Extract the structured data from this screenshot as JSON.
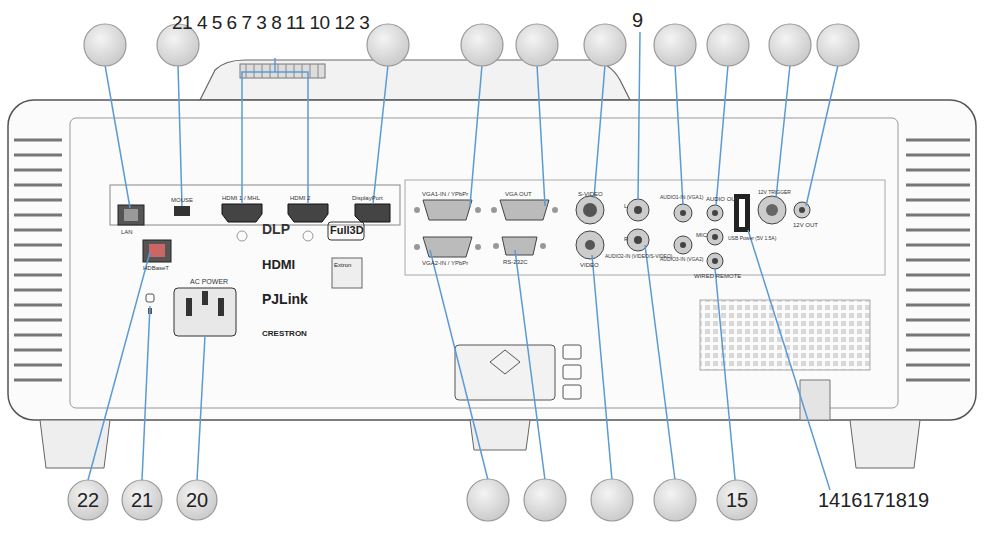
{
  "diagram": {
    "nodes": [
      {
        "text": [
          "22"
        ]
      },
      {
        "text": [
          "21"
        ]
      },
      {
        "text": [
          "20"
        ]
      },
      {
        "text": [
          "15"
        ]
      }
    ],
    "labels": [
      "21 4 5 6 7 3 8 11 10 12 3",
      "9",
      "1416171819",
      "LAN",
      "MOUSE",
      "HDMI 1 / MHL",
      "HDMI 2",
      "DisplayPort",
      "VGA1-IN / YPbPr",
      "VGA OUT",
      "VGA2-IN / YPbPr",
      "RS-232C",
      "S-VIDEO",
      "VIDEO",
      "L",
      "R",
      "AUDIO2-IN (VIDEO/S-VIDEO)",
      "AUDIO1-IN (VGA1)",
      "AUDIO3-IN (VGA2)",
      "AUDIO OUT",
      "MIC",
      "WIRED REMOTE",
      "USB Power (5V 1.5A)",
      "12V TRIGGER",
      "12V OUT",
      "HDBaseT",
      "AC POWER",
      "DLP",
      "Full3D",
      "HDMI",
      "PJLink",
      "CRESTRON",
      "Extron"
    ]
  }
}
